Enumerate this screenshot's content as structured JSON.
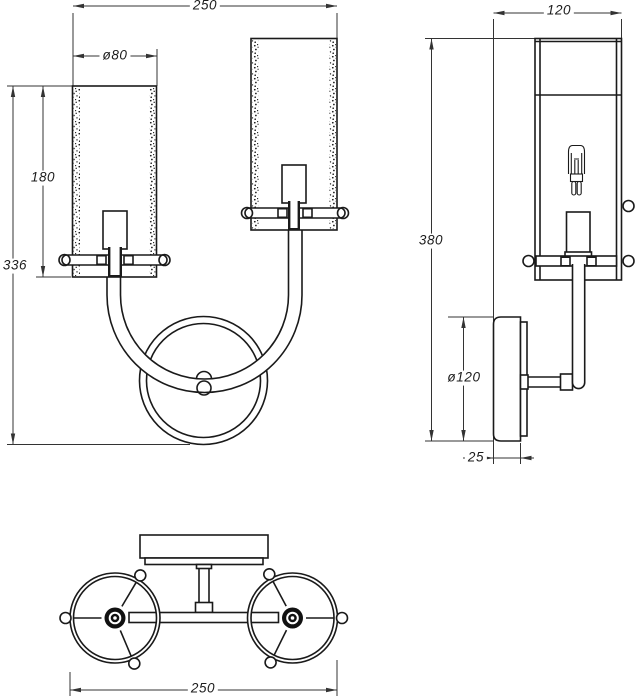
{
  "drawing": {
    "type": "technical dimensional drawing",
    "subject": "two-light wall sconce with cylindrical shades",
    "line_color": "#1a1a1a",
    "dim_color": "#333333",
    "background": "#ffffff",
    "views": {
      "front": {
        "overall_width": "250",
        "shade_diameter": "ø80",
        "shade_height": "180",
        "total_height": "336"
      },
      "side": {
        "depth": "120",
        "total_height": "380",
        "plate_diameter": "ø120",
        "plate_depth": "25"
      },
      "bottom": {
        "overall_width": "250"
      }
    }
  }
}
